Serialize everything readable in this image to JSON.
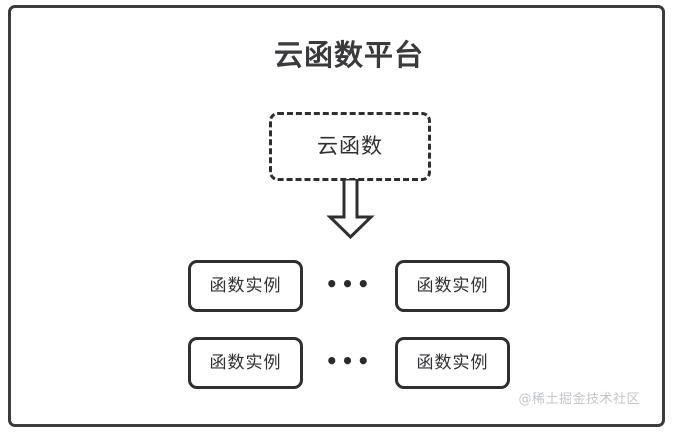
{
  "diagram": {
    "title": "云函数平台",
    "platform_box": {
      "label": "云函数",
      "style": "dashed-rounded-rectangle"
    },
    "arrow": {
      "name": "down-block-arrow",
      "direction": "down"
    },
    "instance_rows": [
      {
        "left_box": "函数实例",
        "ellipsis": "•••",
        "right_box": "函数实例"
      },
      {
        "left_box": "函数实例",
        "ellipsis": "•••",
        "right_box": "函数实例"
      }
    ],
    "watermark": "@稀土掘金技术社区",
    "colors": {
      "frame": "#3b3b3d",
      "box_border": "#2f2f31",
      "title_text": "#3a3a3c",
      "body_text": "#303033",
      "watermark_text": "#c3c5c9",
      "background": "#ffffff"
    }
  }
}
